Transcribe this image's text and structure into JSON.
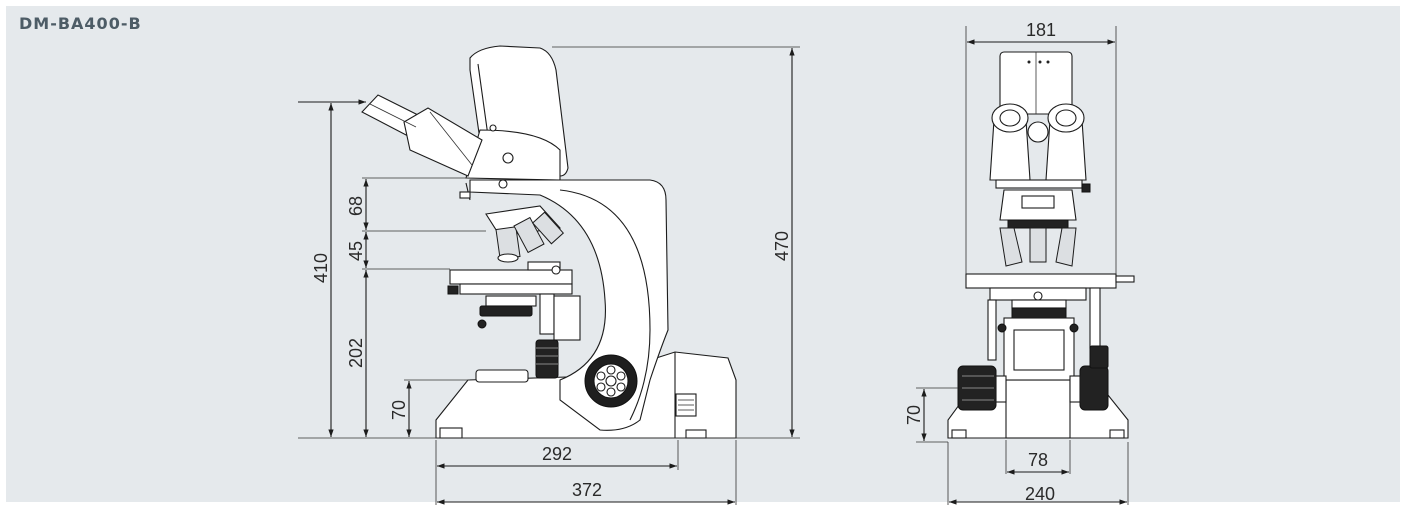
{
  "title": "DM-BA400-B",
  "side_view": {
    "dimensions": {
      "total_height": "470",
      "eyepiece_height": "410",
      "head_height": "68",
      "objective_height": "45",
      "stage_height": "202",
      "base_height": "70",
      "depth_inner": "292",
      "depth_total": "372"
    }
  },
  "front_view": {
    "dimensions": {
      "top_width": "181",
      "base_height": "70",
      "inner_width": "78",
      "base_width": "240"
    }
  },
  "colors": {
    "background": "#e5e9ec",
    "line": "#1c1c1c",
    "title": "#4d5c66"
  }
}
